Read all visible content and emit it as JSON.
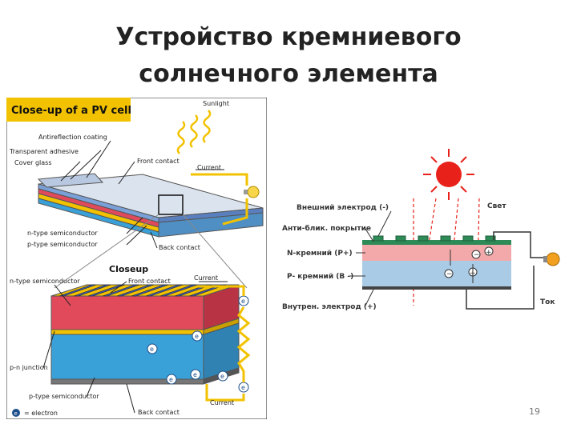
{
  "slide": {
    "title_line1": "Устройство кремниевого",
    "title_line2": "солнечного элемента",
    "page_number": "19"
  },
  "left_diagram": {
    "header": "Close-up of a PV cell",
    "sunlight": "Sunlight",
    "antireflection": "Antireflection coating",
    "adhesive": "Transparent adhesive",
    "cover_glass": "Cover glass",
    "front_contact": "Front contact",
    "current_top": "Current",
    "n_type": "n-type semiconductor",
    "p_type": "p-type semiconductor",
    "back_contact": "Back contact",
    "closeup": "Closeup",
    "n_type_lower": "n-type semiconductor",
    "front_contact_lower": "Front contact",
    "current_mid": "Current",
    "pn_junction": "p-n junction",
    "p_type_lower": "p-type semiconductor",
    "current_bottom": "Current",
    "back_contact_lower": "Back contact",
    "electron_legend": "= electron",
    "electron_symbol": "e"
  },
  "right_diagram": {
    "outer_electrode": "Внешний электрод (-)",
    "light": "Свет",
    "antiglare": "Анти-блик. покрытие",
    "n_silicon": "N-кремний (P+)",
    "p_silicon": "P- кремний (B -)",
    "inner_electrode": "Внутрен. электрод (+)",
    "current": "Ток",
    "minus": "−",
    "plus": "+"
  },
  "colors": {
    "n_layer": "#e04a5a",
    "p_layer": "#3aa0d8",
    "yellow_wire": "#f2c200",
    "sun": "#e8221a",
    "right_n": "#f3a9a9",
    "right_p": "#aacbe6"
  }
}
